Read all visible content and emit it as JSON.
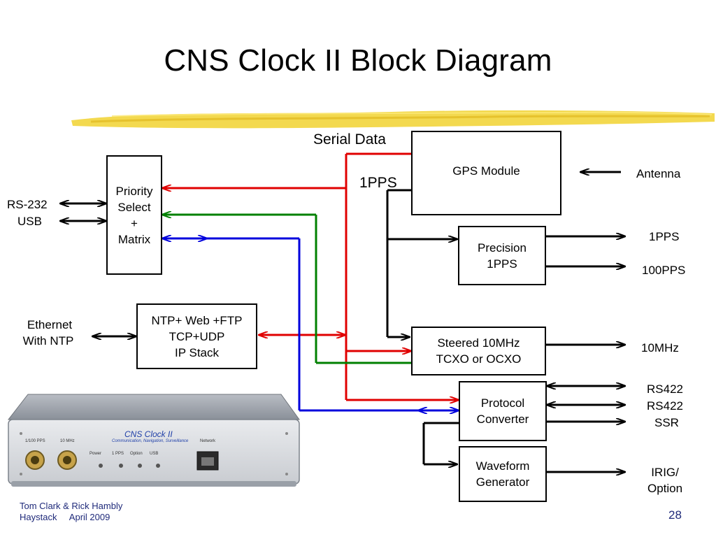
{
  "title": "CNS Clock II Block Diagram",
  "blocks": {
    "gps": "GPS Module",
    "priority": [
      "Priority",
      "Select",
      "+",
      "Matrix"
    ],
    "precision": [
      "Precision",
      "1PPS"
    ],
    "ntp": [
      "NTP+ Web +FTP",
      "TCP+UDP",
      "IP Stack"
    ],
    "steered": [
      "Steered 10MHz",
      "TCXO or OCXO"
    ],
    "protocol": [
      "Protocol",
      "Converter"
    ],
    "waveform": [
      "Waveform",
      "Generator"
    ]
  },
  "labels": {
    "serial_data": "Serial Data",
    "pps_bus": "1PPS",
    "antenna": "Antenna",
    "rs232": "RS-232",
    "usb": "USB",
    "ethernet": [
      "Ethernet",
      "With NTP"
    ],
    "out_1pps": "1PPS",
    "out_100pps": "100PPS",
    "out_10mhz": "10MHz",
    "out_rs422_a": "RS422",
    "out_rs422_b": "RS422",
    "out_ssr": "SSR",
    "out_irig": [
      "IRIG/",
      "Option"
    ]
  },
  "device": {
    "brand": "CNS Clock II",
    "subtitle": "Communication, Navigation, Surveillance",
    "port1": "1/100 PPS",
    "port2": "10 MHz",
    "led_labels": [
      "Power",
      "1 PPS",
      "Option",
      "USB"
    ],
    "network": "Network"
  },
  "footer": {
    "authors": "Tom Clark & Rick Hambly",
    "place_date": "Haystack     April 2009",
    "page": "28"
  },
  "colors": {
    "serial": "#e00000",
    "pps": "#000000",
    "green": "#008000",
    "blue": "#0000dd",
    "stroke_gold": "#f2d53c"
  }
}
